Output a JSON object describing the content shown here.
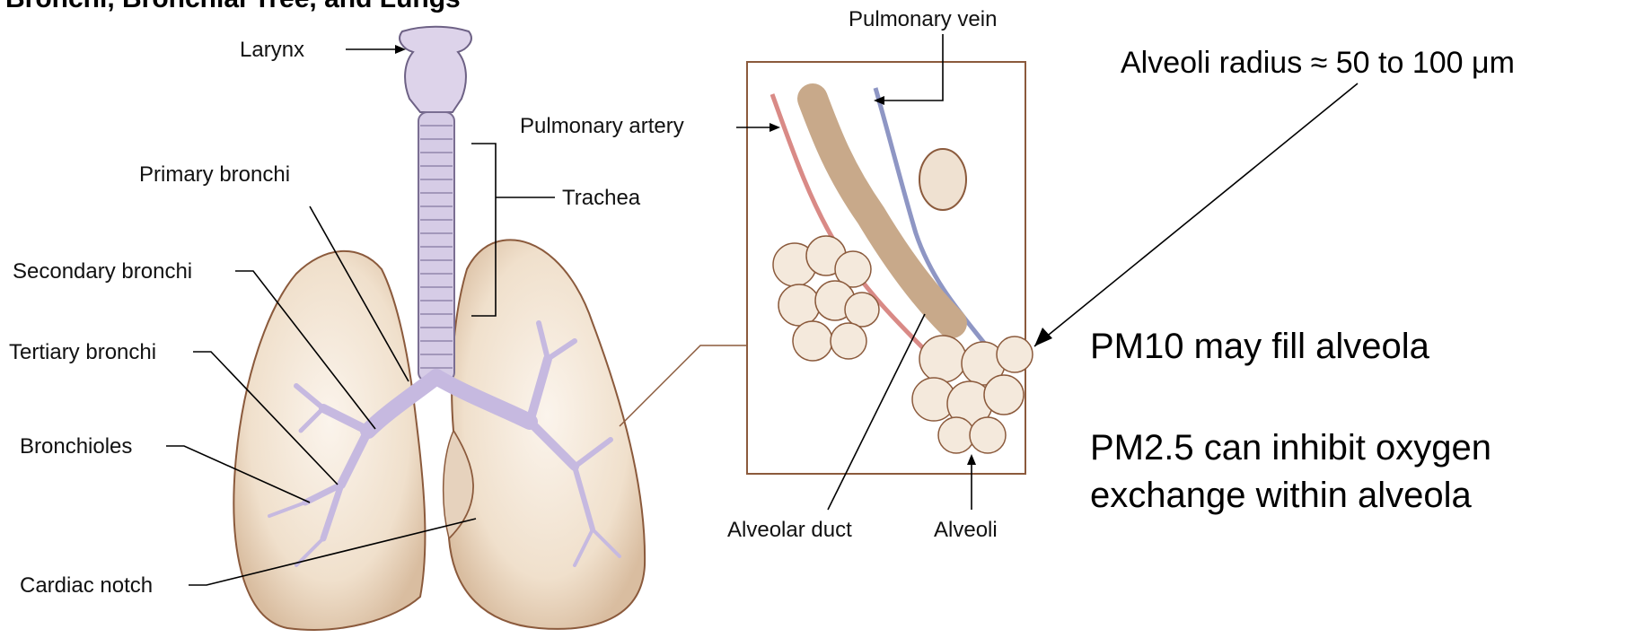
{
  "diagram": {
    "title_partial": "Bronchi, Bronchial Tree, and Lungs"
  },
  "labels": {
    "larynx": "Larynx",
    "primary_bronchi": "Primary bronchi",
    "trachea": "Trachea",
    "secondary_bronchi": "Secondary bronchi",
    "tertiary_bronchi": "Tertiary bronchi",
    "bronchioles": "Bronchioles",
    "cardiac_notch": "Cardiac notch",
    "pulmonary_vein": "Pulmonary vein",
    "pulmonary_artery": "Pulmonary artery",
    "alveolar_duct": "Alveolar duct",
    "alveoli": "Alveoli"
  },
  "notes": {
    "alveoli_radius": "Alveoli radius ≈ 50 to 100 μm",
    "pm10": "PM10 may fill alveola",
    "pm25_line1": "PM2.5 can inhibit oxygen",
    "pm25_line2": "exchange within alveola"
  },
  "colors": {
    "lung_fill": "#f1e3d3",
    "lung_stroke": "#8b5a3c",
    "airway": "#cbbfe0",
    "artery": "#d98a86",
    "vein": "#8e96c4"
  }
}
